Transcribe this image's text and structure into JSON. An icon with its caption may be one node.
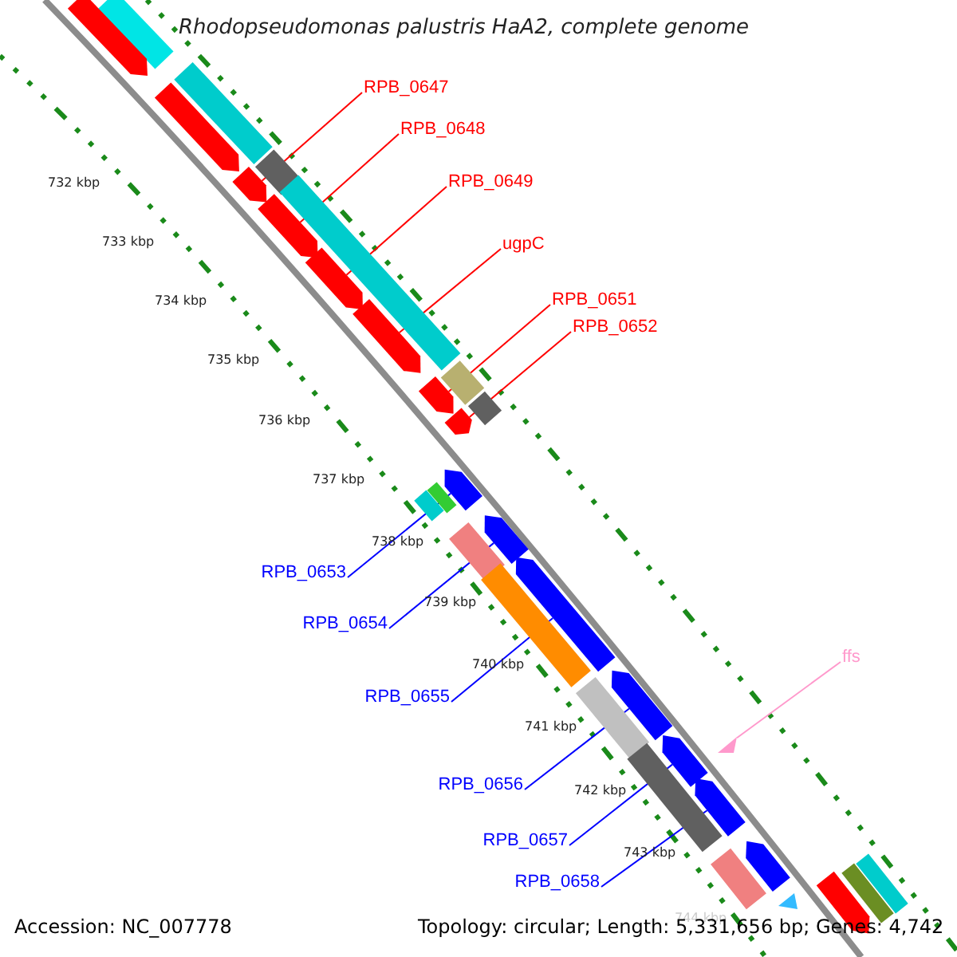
{
  "diagram": {
    "title": "Rhodopseudomonas palustris HaA2, complete genome",
    "nodes": [
      {
        "text": [
          "RPB_0647"
        ]
      },
      {
        "text": [],
        "shape": "arrow"
      },
      {
        "text": [
          "RPB_0648"
        ]
      },
      {
        "text": [],
        "shape": "arrow"
      },
      {
        "text": [
          "RPB_0649"
        ]
      },
      {
        "text": [],
        "shape": "arrow"
      },
      {
        "text": [
          "ugpC"
        ]
      },
      {
        "text": [],
        "shape": "arrow"
      },
      {
        "text": [
          "RPB_0651"
        ]
      },
      {
        "text": [],
        "shape": "arrow"
      },
      {
        "text": [
          "RPB_0652"
        ]
      },
      {
        "text": [],
        "shape": "arrow"
      },
      {
        "text": [
          "RPB_0653"
        ]
      },
      {
        "text": [],
        "shape": "arrow"
      },
      {
        "text": [
          "RPB_0654"
        ]
      },
      {
        "text": [],
        "shape": "arrow"
      },
      {
        "text": [
          "ffs"
        ]
      },
      {
        "text": [],
        "shape": "triangle"
      },
      {
        "text": [
          "RPB_0655"
        ]
      },
      {
        "text": [],
        "shape": "arrow"
      },
      {
        "text": [
          "RPB_0656"
        ]
      },
      {
        "text": [],
        "shape": "arrow"
      },
      {
        "text": [
          "RPB_0657"
        ]
      },
      {
        "text": [],
        "shape": "arrow"
      },
      {
        "text": [
          "RPB_0658"
        ]
      },
      {
        "text": [],
        "shape": "arrow"
      },
      {
        "text": [],
        "shape": "bar"
      },
      {
        "text": [],
        "shape": "arrow"
      },
      {
        "text": [],
        "shape": "bar"
      },
      {
        "text": [],
        "shape": "arrow"
      },
      {
        "text": [],
        "shape": "bar"
      },
      {
        "text": [],
        "shape": "bar"
      },
      {
        "text": [],
        "shape": "bar"
      },
      {
        "text": [],
        "shape": "bar"
      },
      {
        "text": [],
        "shape": "bar"
      },
      {
        "text": [],
        "shape": "bar"
      },
      {
        "text": [],
        "shape": "bar"
      },
      {
        "text": [],
        "shape": "bar"
      },
      {
        "text": [],
        "shape": "bar"
      },
      {
        "text": [],
        "shape": "bar"
      },
      {
        "text": [],
        "shape": "bar"
      },
      {
        "text": [],
        "shape": "arrow"
      },
      {
        "text": [],
        "shape": "arrow"
      },
      {
        "text": [],
        "shape": "bar"
      },
      {
        "text": [],
        "shape": "bar"
      },
      {
        "text": [],
        "shape": "triangle"
      }
    ],
    "edges": [
      {
        "from": 0,
        "to": 1,
        "arrow": "none",
        "color": "#ff0000"
      },
      {
        "from": 2,
        "to": 3,
        "arrow": "none",
        "color": "#ff0000"
      },
      {
        "from": 4,
        "to": 5,
        "arrow": "none",
        "color": "#ff0000"
      },
      {
        "from": 6,
        "to": 7,
        "arrow": "none",
        "color": "#ff0000"
      },
      {
        "from": 8,
        "to": 9,
        "arrow": "none",
        "color": "#ff0000"
      },
      {
        "from": 10,
        "to": 11,
        "arrow": "none",
        "color": "#ff0000"
      },
      {
        "from": 12,
        "to": 13,
        "arrow": "none",
        "color": "#0000ff"
      },
      {
        "from": 14,
        "to": 15,
        "arrow": "none",
        "color": "#0000ff"
      },
      {
        "from": 16,
        "to": 17,
        "arrow": "none",
        "color": "#ff99cc"
      },
      {
        "from": 18,
        "to": 19,
        "arrow": "none",
        "color": "#0000ff"
      },
      {
        "from": 20,
        "to": 21,
        "arrow": "none",
        "color": "#0000ff"
      },
      {
        "from": 22,
        "to": 23,
        "arrow": "none",
        "color": "#0000ff"
      },
      {
        "from": 24,
        "to": 25,
        "arrow": "none",
        "color": "#0000ff"
      }
    ],
    "labels": [
      "732 kbp",
      "733 kbp",
      "734 kbp",
      "735 kbp",
      "736 kbp",
      "737 kbp",
      "738 kbp",
      "739 kbp",
      "740 kbp",
      "741 kbp",
      "742 kbp",
      "743 kbp",
      "744 kbp",
      "Accession: NC_007778",
      "Topology: circular; Length: 5,331,656 bp; Genes: 4,742"
    ]
  }
}
